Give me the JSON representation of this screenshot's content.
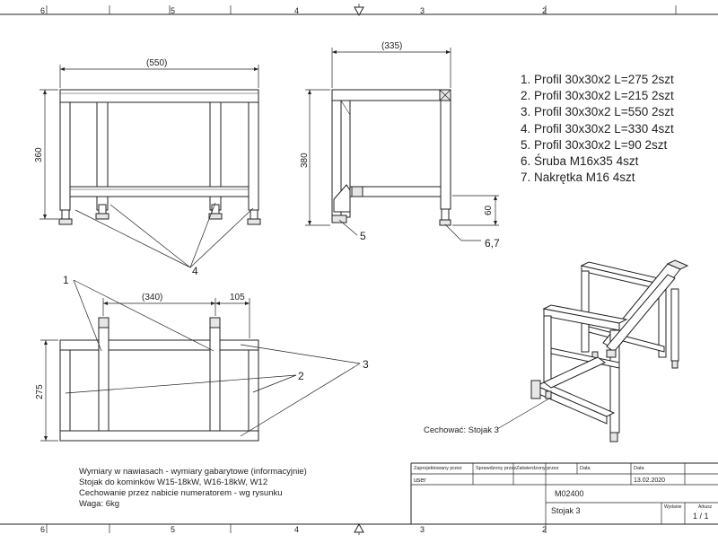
{
  "zone_numbers_top": [
    "6",
    "5",
    "4",
    "3",
    "2"
  ],
  "zone_numbers_bottom": [
    "6",
    "5",
    "4",
    "3",
    "2"
  ],
  "dimensions": {
    "front_width": "(550)",
    "front_height": "360",
    "side_width": "(335)",
    "side_height": "380",
    "side_foot": "60",
    "top_length": "(340)",
    "top_offset": "105",
    "top_depth": "275"
  },
  "parts": [
    "1. Profil 30x30x2 L=275 2szt",
    "2. Profil 30x30x2 L=215 2szt",
    "3. Profil 30x30x2 L=550 2szt",
    "4. Profil 30x30x2 L=330 4szt",
    "5. Profil 30x30x2 L=90 2szt",
    "6. Śruba M16x35 4szt",
    "7. Nakrętka M16 4szt"
  ],
  "callouts": {
    "c1": "1",
    "c2": "2",
    "c3": "3",
    "c4": "4",
    "c5": "5",
    "c67": "6,7"
  },
  "marking_note": "Cechować: Stojak 3",
  "notes": [
    "Wymiary w nawiasach - wymiary gabarytowe (informacyjnie)",
    "Stojak do kominków W15-18kW, W16-18kW, W12",
    "Cechowanie przez nabicie numeratorem - wg rysunku",
    "Waga: 6kg"
  ],
  "title_block": {
    "designed_by_label": "Zaprojektowany przez",
    "checked_by_label": "Sprawdzony przez",
    "approved_by_label": "Zatwierdzony przez",
    "date_label": "Data",
    "date_label_2": "Data",
    "designer": "user",
    "date": "13.02.2020",
    "drawing_number": "M02400",
    "title": "Stojak 3",
    "edition_label": "Wydanie",
    "sheet_label": "Arkusz",
    "sheet": "1 / 1"
  }
}
